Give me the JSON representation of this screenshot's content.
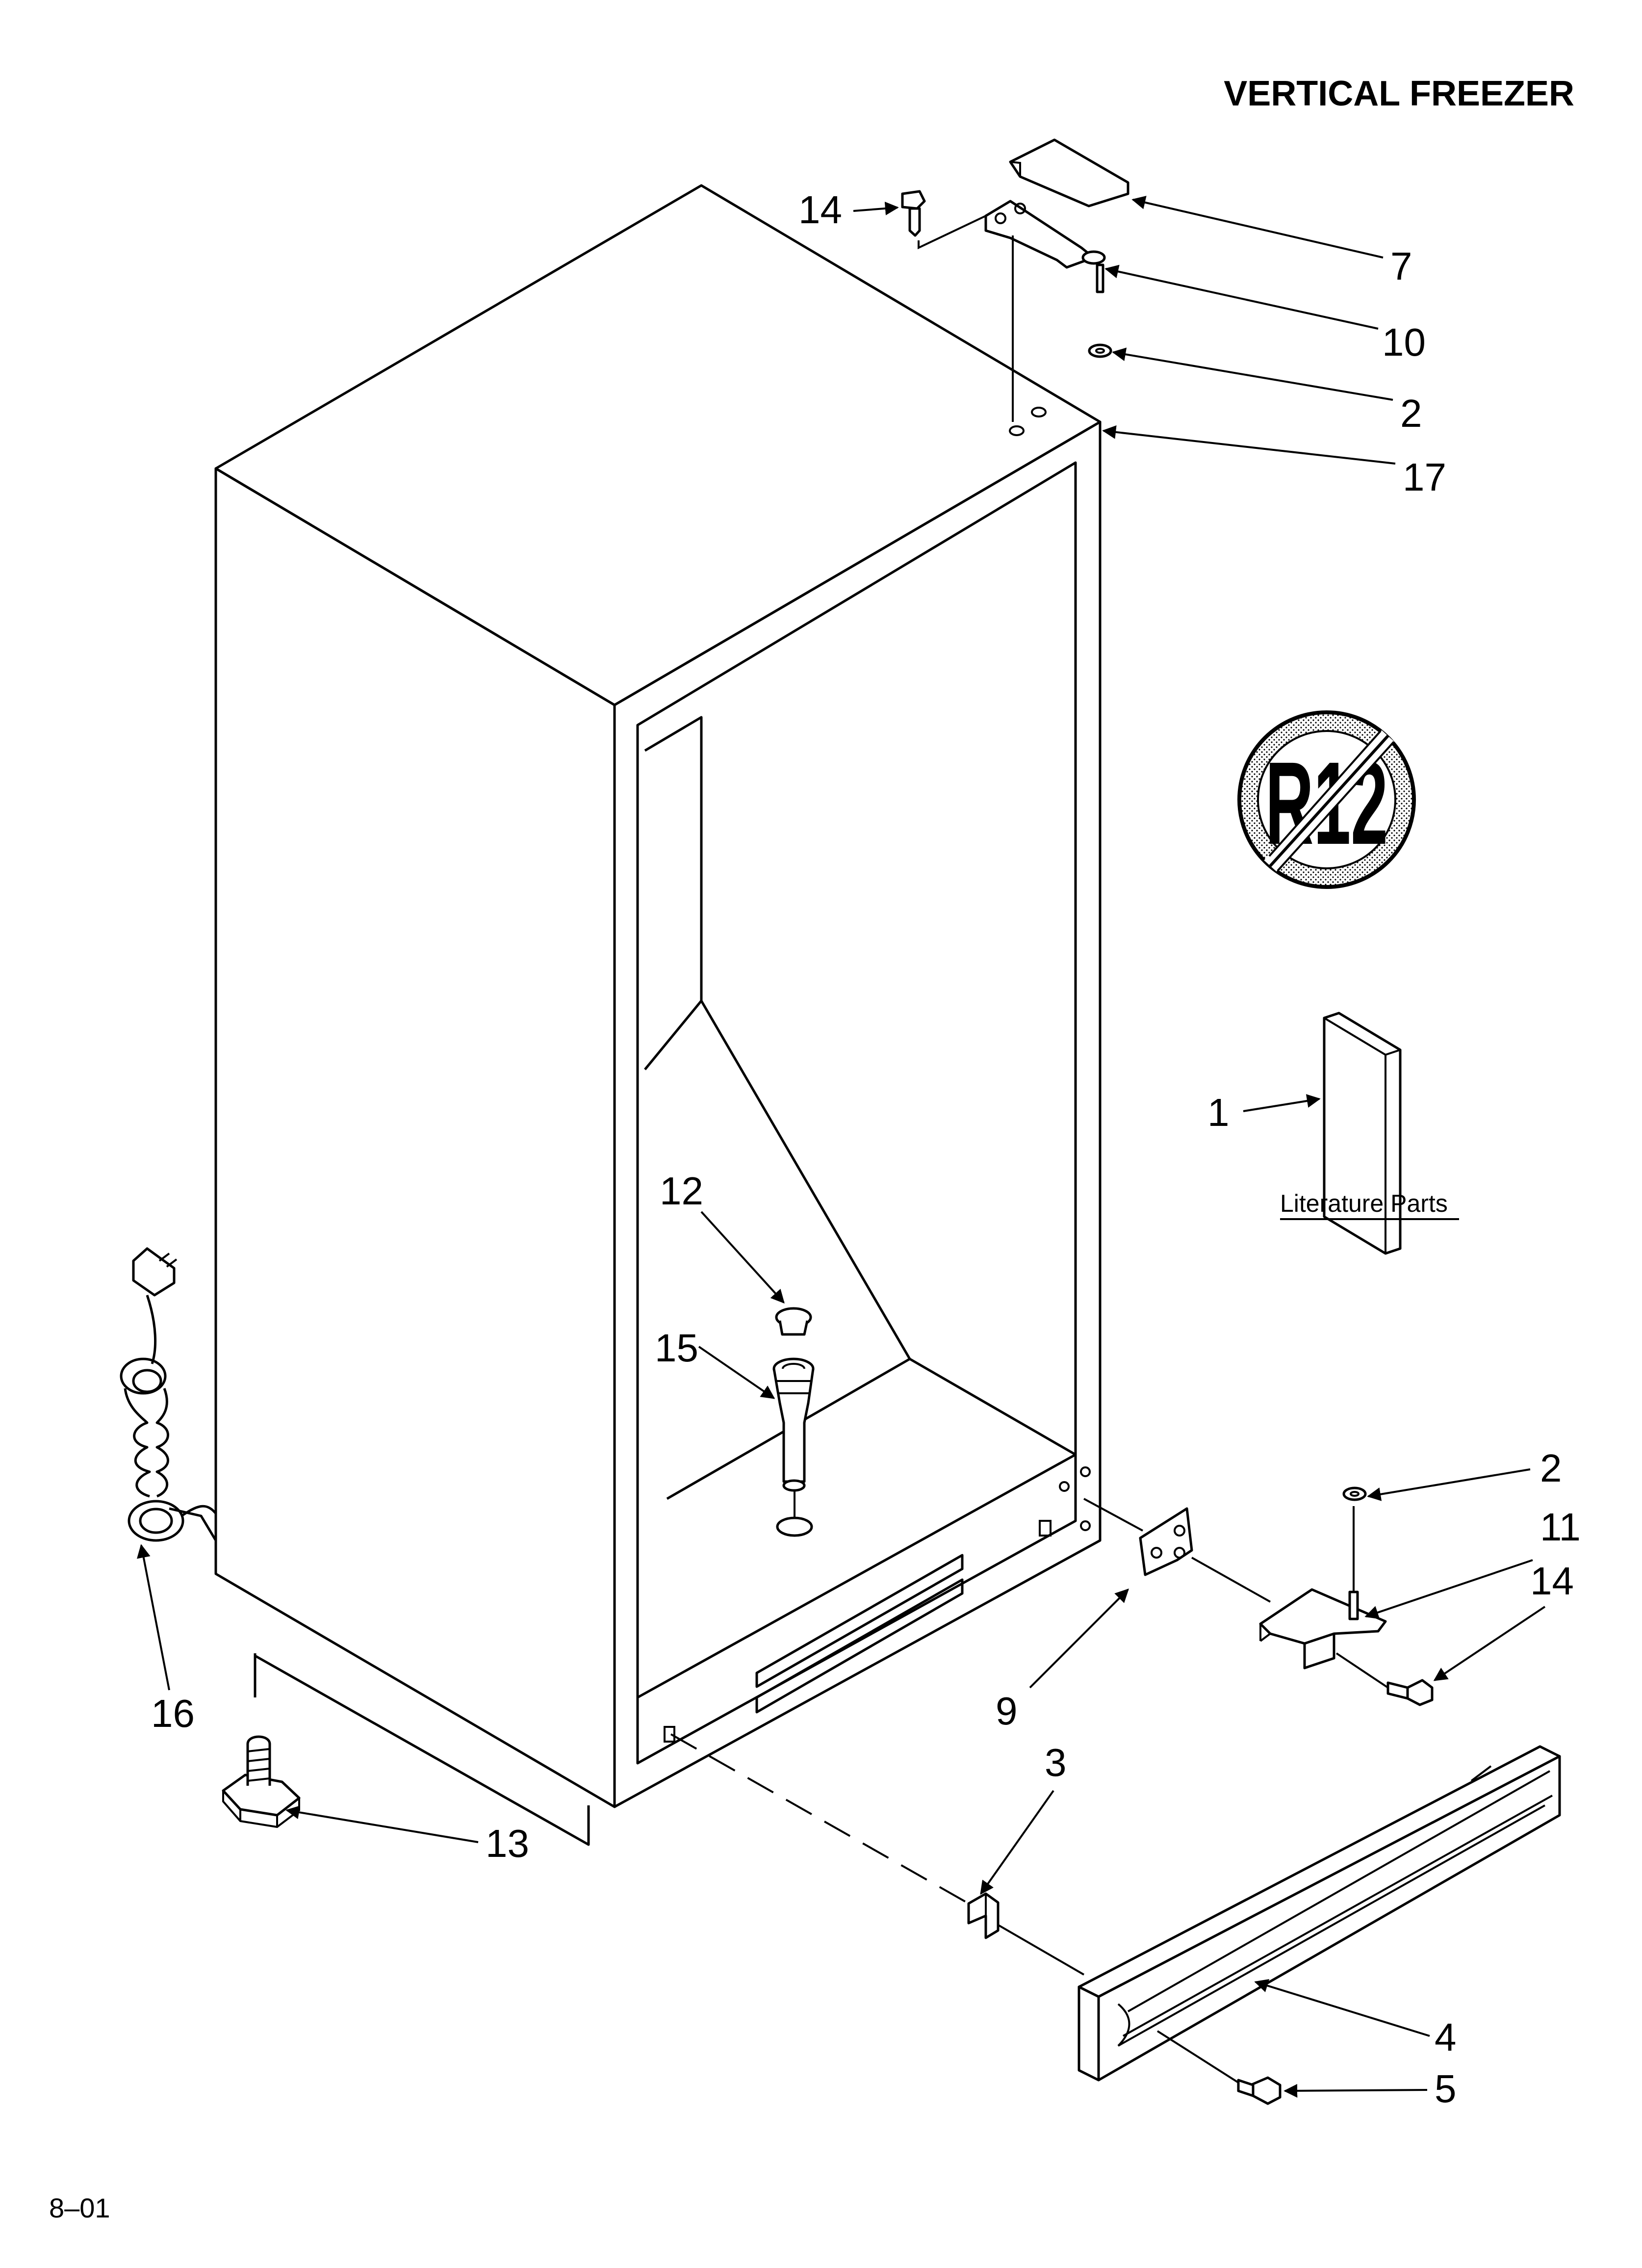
{
  "title": "VERTICAL FREEZER",
  "footer": "8–01",
  "literature_label": "Literature Parts",
  "badge_text": "R12",
  "callouts": {
    "c14_top": "14",
    "c7": "7",
    "c10": "10",
    "c2_top": "2",
    "c17": "17",
    "c1": "1",
    "c12": "12",
    "c15": "15",
    "c2_bottom": "2",
    "c11": "11",
    "c14_bottom": "14",
    "c9": "9",
    "c3": "3",
    "c16": "16",
    "c13": "13",
    "c4": "4",
    "c5": "5"
  }
}
